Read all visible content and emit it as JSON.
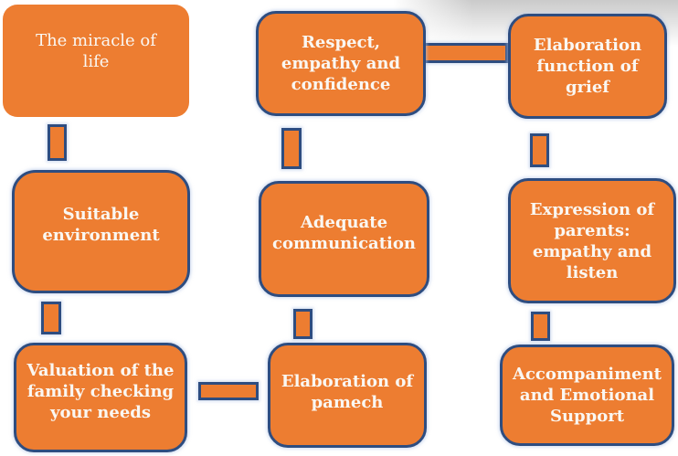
{
  "colors": {
    "orange": "#ED7D31",
    "border": "#2E4D80",
    "halo": "#B4C6E7",
    "text": "#FAF7F2"
  },
  "diagram": {
    "nodes": [
      {
        "id": "miracle-of-life",
        "label": "The miracle of\nlife"
      },
      {
        "id": "respect-empathy",
        "label": "Respect,\nempathy and\nconfidence"
      },
      {
        "id": "elaboration-grief",
        "label": "Elaboration\nfunction of\ngrief"
      },
      {
        "id": "suitable-environment",
        "label": "Suitable\nenvironment"
      },
      {
        "id": "adequate-communication",
        "label": "Adequate\ncommunication"
      },
      {
        "id": "expression-parents",
        "label": "Expression of\nparents:\nempathy and\nlisten"
      },
      {
        "id": "valuation-family",
        "label": "Valuation of the\nfamily checking\nyour needs"
      },
      {
        "id": "elaboration-pamech",
        "label": "Elaboration of\npamech"
      },
      {
        "id": "accompaniment-support",
        "label": "Accompaniment\nand Emotional\nSupport"
      }
    ],
    "connectors": [
      {
        "id": "v1",
        "between": [
          "miracle-of-life",
          "suitable-environment"
        ],
        "orientation": "vertical"
      },
      {
        "id": "v2",
        "between": [
          "suitable-environment",
          "valuation-family"
        ],
        "orientation": "vertical"
      },
      {
        "id": "v3",
        "between": [
          "respect-empathy",
          "adequate-communication"
        ],
        "orientation": "vertical"
      },
      {
        "id": "v4",
        "between": [
          "adequate-communication",
          "elaboration-pamech"
        ],
        "orientation": "vertical"
      },
      {
        "id": "v5",
        "between": [
          "elaboration-grief",
          "expression-parents"
        ],
        "orientation": "vertical"
      },
      {
        "id": "v6",
        "between": [
          "expression-parents",
          "accompaniment-support"
        ],
        "orientation": "vertical"
      },
      {
        "id": "h1",
        "between": [
          "respect-empathy",
          "elaboration-grief"
        ],
        "orientation": "horizontal"
      },
      {
        "id": "h2",
        "between": [
          "valuation-family",
          "elaboration-pamech"
        ],
        "orientation": "horizontal"
      }
    ]
  }
}
